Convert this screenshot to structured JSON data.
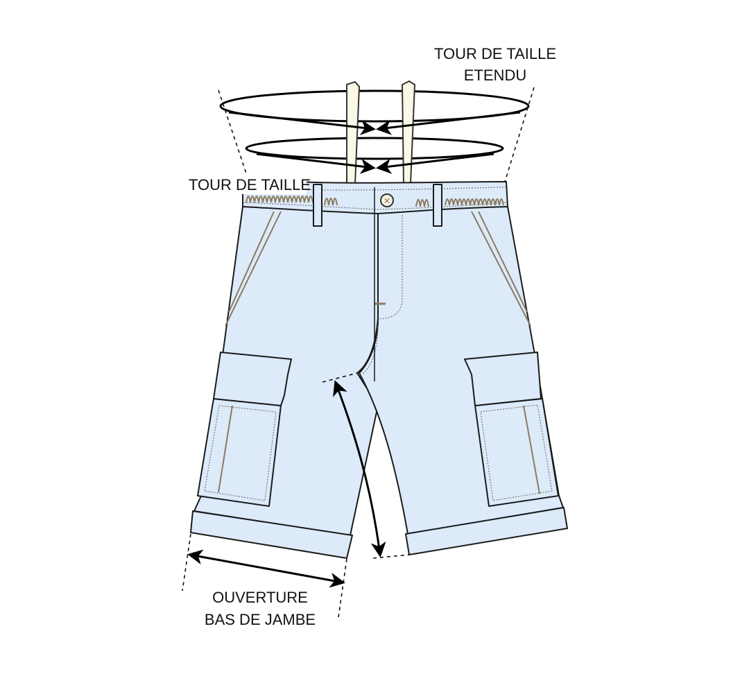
{
  "diagram": {
    "title": "Cargo shorts measurement guide",
    "labels": {
      "extended_waist_line1": "TOUR DE TAILLE",
      "extended_waist_line2": "ETENDU",
      "waist": "TOUR DE TAILLE",
      "leg_opening_line1": "OUVERTURE",
      "leg_opening_line2": "BAS DE JAMBE"
    },
    "colors": {
      "fabric": "#dceaf9",
      "stitching": "#8a7a60",
      "outline": "#1a1a1a"
    }
  }
}
